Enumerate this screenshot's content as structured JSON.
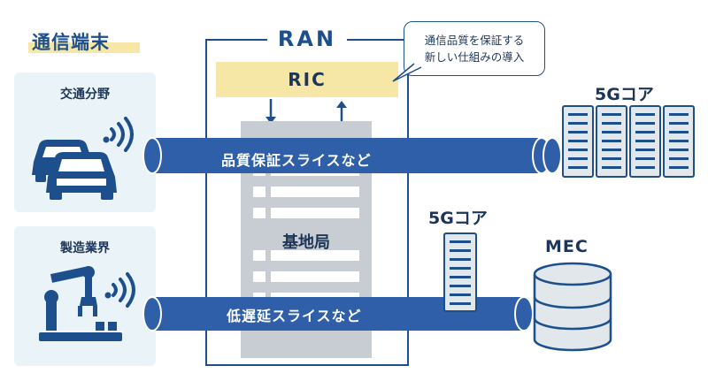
{
  "terminals": {
    "title": "通信端末",
    "transport": "交通分野",
    "manufacturing": "製造業界"
  },
  "ran": {
    "label": "RAN",
    "ric": "RIC",
    "base_station": "基地局"
  },
  "callout": {
    "line1": "通信品質を保証する",
    "line2": "新しい仕組みの導入"
  },
  "slices": {
    "quality": "品質保証スライスなど",
    "low_latency": "低遅延スライスなど"
  },
  "core": {
    "large": "5Gコア",
    "small": "5Gコア",
    "mec": "MEC"
  },
  "colors": {
    "navy": "#1d4f8c",
    "pipe": "#2e5fa8",
    "yellow": "#f6e7a6",
    "panel": "#eaf3f7",
    "base_gray": "#c8cdd3"
  }
}
